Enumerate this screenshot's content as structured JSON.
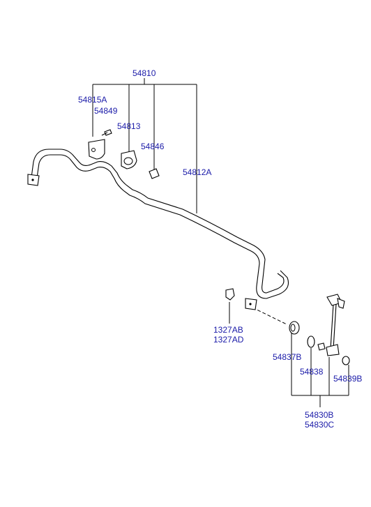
{
  "diagram": {
    "labels": {
      "assembly": "54810",
      "bracket": "54815A",
      "bolt": "54849",
      "bushing": "54813",
      "clip": "54846",
      "stabilizer_bar": "54812A",
      "nut_1": "1327AB",
      "nut_2": "1327AD",
      "link_bushing": "54837B",
      "link_washer": "54838",
      "link_ring": "54839B",
      "link_1": "54830B",
      "link_2": "54830C"
    }
  }
}
